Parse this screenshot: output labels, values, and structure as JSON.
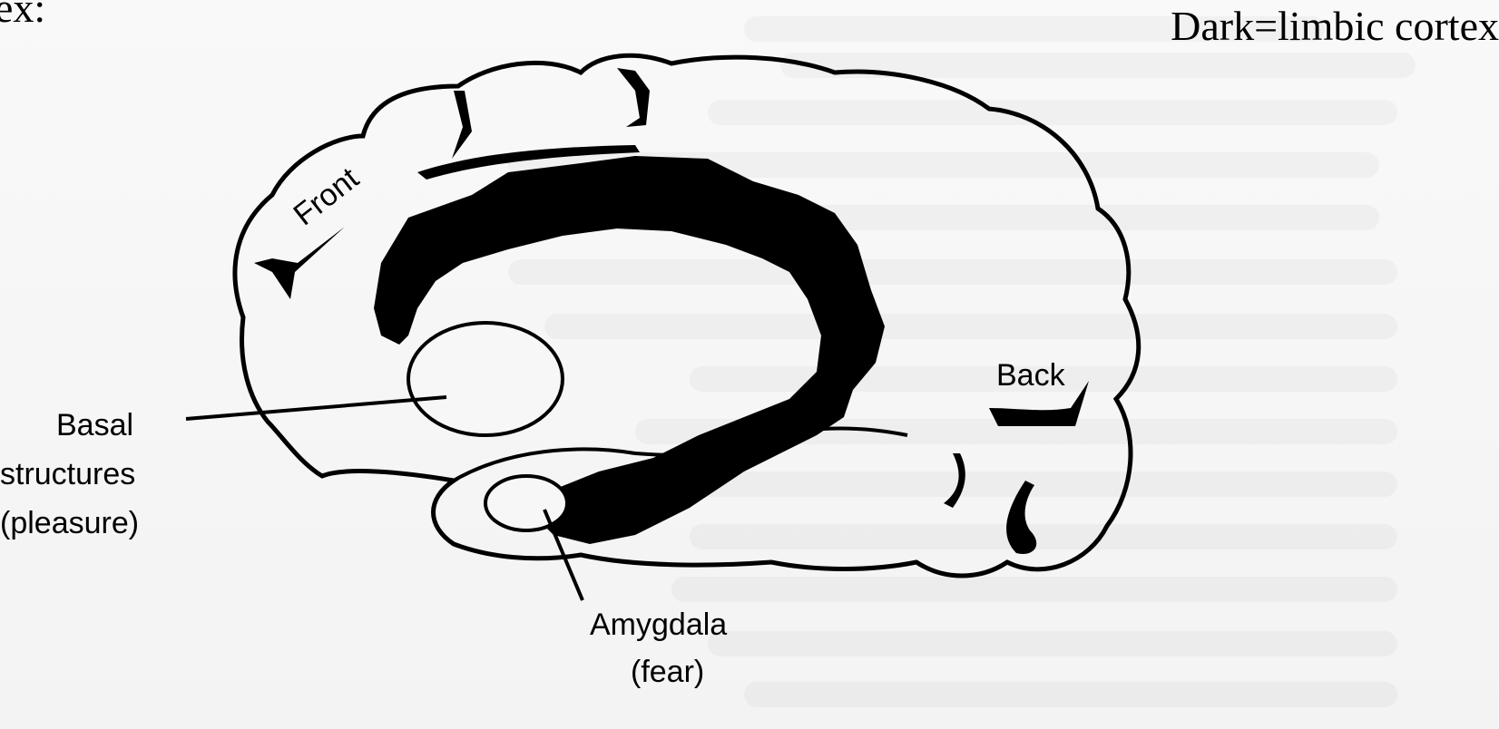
{
  "header": {
    "caption": "Dark=limbic cortex",
    "cutoff_text": "ex:"
  },
  "diagram": {
    "labels": {
      "front": "Front",
      "back": "Back",
      "basal_line1": "Basal",
      "basal_line2": "structures",
      "basal_line3": "(pleasure)",
      "amygdala_line1": "Amygdala",
      "amygdala_line2": "(fear)"
    },
    "colors": {
      "ink": "#000000",
      "limbic_fill": "#000000",
      "paper": "#f7f7f7"
    }
  }
}
